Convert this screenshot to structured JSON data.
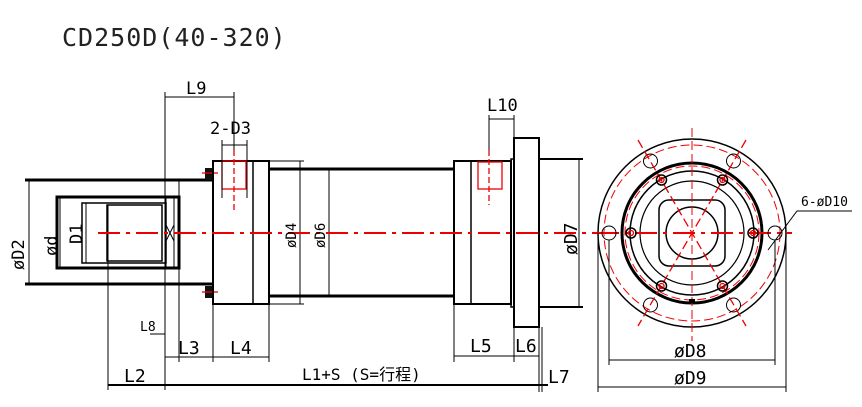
{
  "title": "CD250D(40-320)",
  "dimensions": {
    "L9": "L9",
    "D3": "2-D3",
    "D2": "øD2",
    "d": "ød",
    "D1": "D1",
    "D4": "øD4",
    "D6": "øD6",
    "L8": "L8",
    "L3": "L3",
    "L4": "L4",
    "L2": "L2",
    "L1S": "L1+S (S=行程)",
    "L10": "L10",
    "D7": "øD7",
    "L5": "L5",
    "L6": "L6",
    "L7": "L7",
    "D8": "øD8",
    "D9": "øD9",
    "D10": "6-øD10"
  }
}
